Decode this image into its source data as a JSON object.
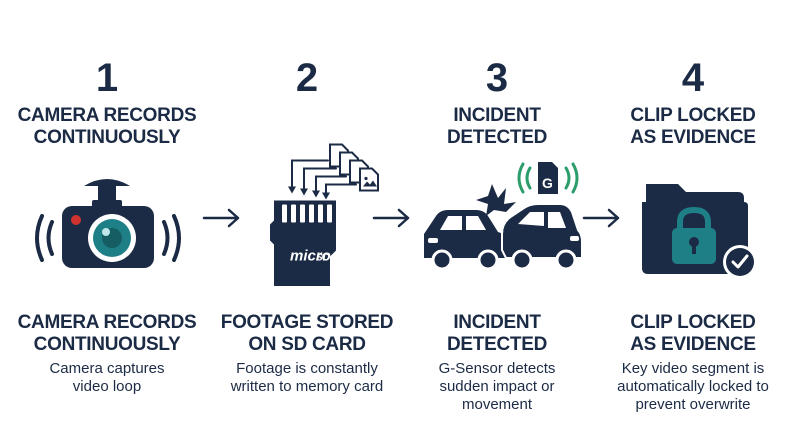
{
  "steps": [
    {
      "number": "1",
      "top_title": [
        "CAMERA RECORDS",
        "CONTINUOUSLY"
      ],
      "bottom_title": [
        "CAMERA RECORDS",
        "CONTINUOUSLY"
      ],
      "description": [
        "Camera captures",
        "video loop"
      ],
      "icon": "dash-camera-icon"
    },
    {
      "number": "2",
      "top_title": [],
      "bottom_title": [
        "FOOTAGE STORED",
        "ON SD CARD"
      ],
      "description": [
        "Footage is constantly",
        "written to memory card"
      ],
      "icon": "micro-sd-card-icon",
      "card_label": "micro",
      "card_label_2": "SD"
    },
    {
      "number": "3",
      "top_title": [
        "INCIDENT",
        "DETECTED"
      ],
      "bottom_title": [
        "INCIDENT",
        "DETECTED"
      ],
      "description": [
        "G-Sensor detects",
        "sudden impact or",
        "movement"
      ],
      "icon": "car-collision-icon",
      "sensor_label": "G"
    },
    {
      "number": "4",
      "top_title": [
        "CLIP LOCKED",
        "AS EVIDENCE"
      ],
      "bottom_title": [
        "CLIP LOCKED",
        "AS EVIDENCE"
      ],
      "description": [
        "Key video segment is",
        "automatically locked to",
        "prevent overwrite"
      ],
      "icon": "locked-folder-icon"
    }
  ],
  "colors": {
    "navy": "#1c2b45",
    "teal": "#1f7f86",
    "red": "#d0332f",
    "green": "#2a9d6a"
  }
}
